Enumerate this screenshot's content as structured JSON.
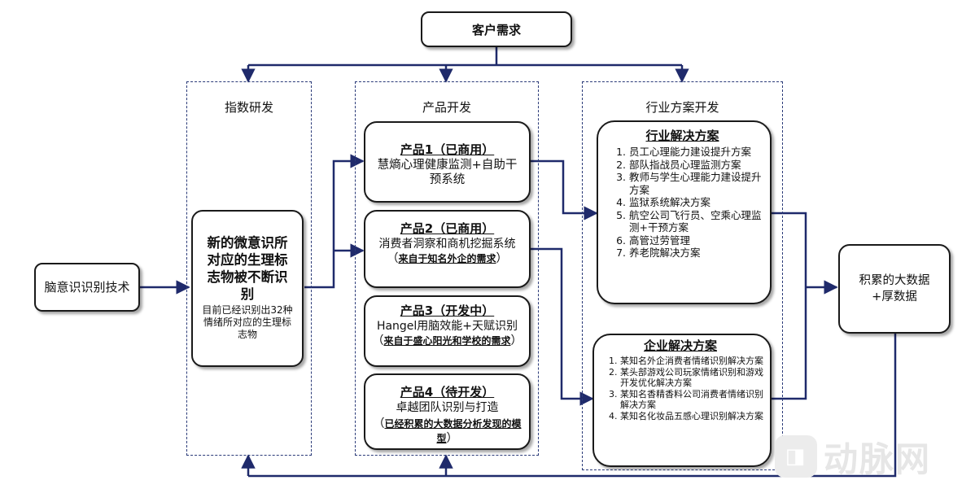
{
  "top": {
    "label": "客户需求"
  },
  "source": {
    "label": "脑意识识别技术"
  },
  "output": {
    "label": "积累的大数据+厚数据"
  },
  "index_panel": {
    "title": "指数研发",
    "main": "新的微意识所对应的生理标志物被不断识别",
    "sub": "目前已经识别出32种情绪所对应的生理标志物"
  },
  "product_panel": {
    "title": "产品开发",
    "products": [
      {
        "title": "产品1（已商用）",
        "desc": "慧熵心理健康监测+自助干预系统",
        "note": ""
      },
      {
        "title": "产品2（已商用）",
        "desc": "消费者洞察和商机挖掘系统（",
        "note": "来自于知名外企的需求",
        "tail": "）"
      },
      {
        "title": "产品3（开发中）",
        "desc": "Hangel用脑效能+天赋识别（",
        "note": "来自于盛心阳光和学校的需求",
        "tail": "）"
      },
      {
        "title": "产品4（待开发）",
        "desc": "卓越团队识别与打造",
        "note": "已经积累的大数据分析发现的模型",
        "tail": "）",
        "pre": "（"
      }
    ]
  },
  "industry_panel": {
    "title": "行业方案开发",
    "industry": {
      "title": "行业解决方案",
      "items": [
        "员工心理能力建设提升方案",
        "部队指战员心理监测方案",
        "教师与学生心理能力建设提升方案",
        "监狱系统解决方案",
        "航空公司飞行员、空乘心理监测+干预方案",
        "高管过劳管理",
        "养老院解决方案"
      ]
    },
    "enterprise": {
      "title": "企业解决方案",
      "items": [
        "某知名外企消费者情绪识别解决方案",
        "某头部游戏公司玩家情绪识别和游戏开发优化解决方案",
        "某知名香精香料公司消费者情绪识别解决方案",
        "某知名化妆品五感心理识别解决方案"
      ]
    }
  },
  "watermark": {
    "text": "动脉网"
  },
  "colors": {
    "arrow": "#1f2a6b",
    "panel_border": "#2a3a78"
  }
}
